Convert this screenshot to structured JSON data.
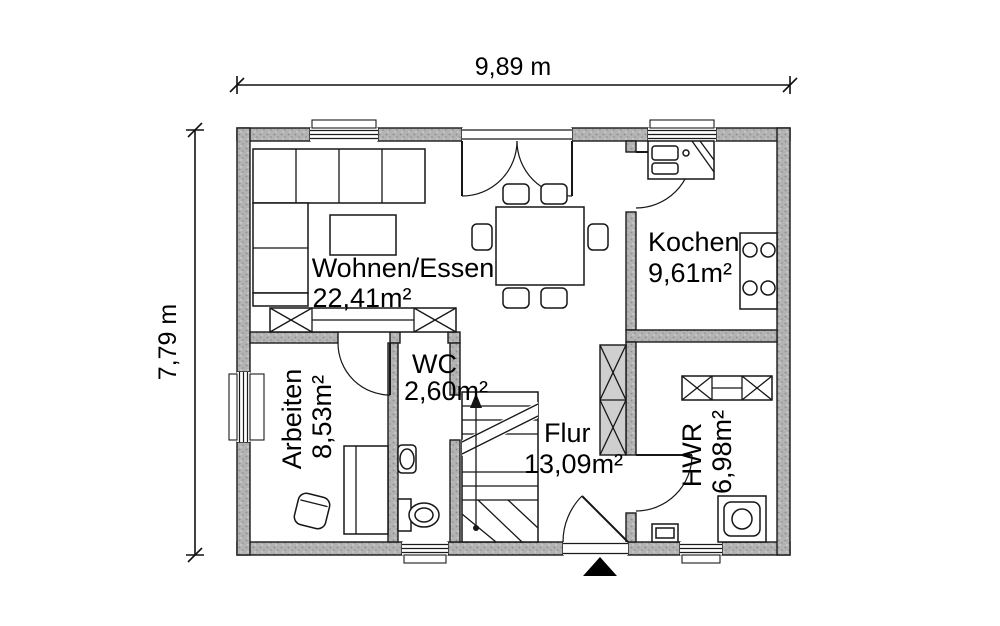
{
  "plan": {
    "dimensions": {
      "width_label": "9,89 m",
      "height_label": "7,79 m"
    },
    "rooms": {
      "wohnen": {
        "name": "Wohnen/Essen",
        "area": "22,41m²"
      },
      "kochen": {
        "name": "Kochen",
        "area": "9,61m²"
      },
      "wc": {
        "name": "WC",
        "area": "2,60m²"
      },
      "arbeiten": {
        "name": "Arbeiten",
        "area": "8,53m²"
      },
      "flur": {
        "name": "Flur",
        "area": "13,09m²"
      },
      "hwr": {
        "name": "HWR",
        "area": "6,98m²"
      }
    },
    "colors": {
      "wall_fill": "#b3b3b3",
      "line": "#161616",
      "background": "#ffffff"
    }
  }
}
